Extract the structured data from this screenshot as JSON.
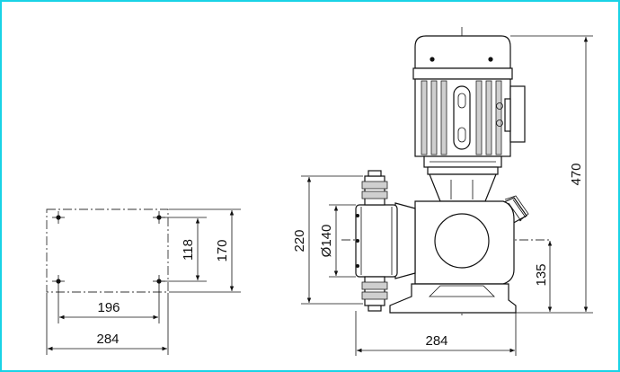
{
  "colors": {
    "frame": "#19d3e6",
    "line": "#111111",
    "fill": "#ffffff"
  },
  "dimensions": {
    "plate_inner_height": "118",
    "plate_outer_height": "170",
    "plate_inner_width": "196",
    "plate_outer_width": "284",
    "pump_height_total": "220",
    "head_diameter": "Ø140",
    "pump_width": "284",
    "axis_height": "135",
    "overall_height": "470"
  }
}
